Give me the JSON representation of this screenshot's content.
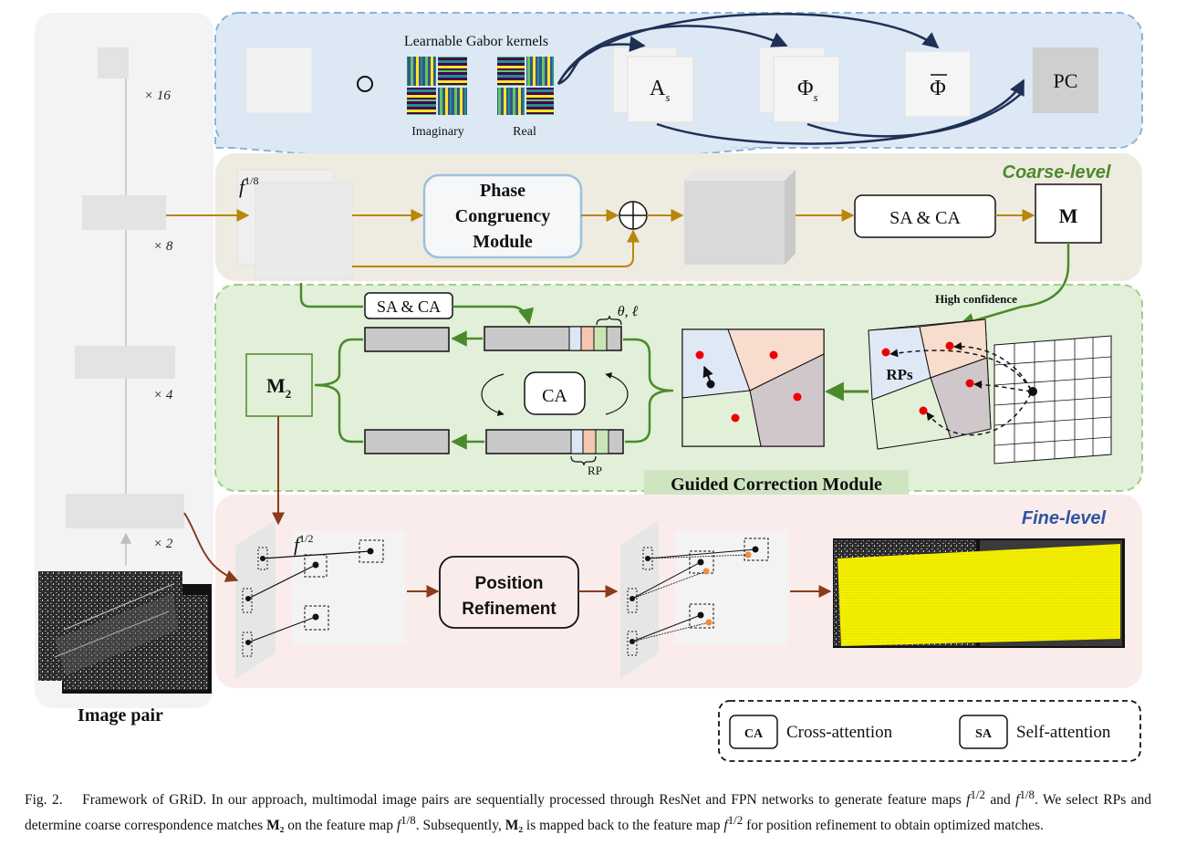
{
  "diagram": {
    "backbone": {
      "scales": [
        "× 16",
        "× 8",
        "× 4",
        "× 2"
      ],
      "input_label": "Image pair"
    },
    "pc_detail": {
      "kernels_title": "Learnable Gabor kernels",
      "imag_label": "Imaginary",
      "real_label": "Real",
      "amplitude_main": "A",
      "amplitude_sub": "s",
      "phase_main": "Φ",
      "phase_sub": "s",
      "mean_phase": "Φ",
      "pc_label": "PC",
      "hadamard_symbol": "∘"
    },
    "coarse": {
      "section_label": "Coarse-level",
      "feature_main": "f",
      "feature_sup": "1/8",
      "pc_module": [
        "Phase",
        "Congruency",
        "Module"
      ],
      "sa_ca": "SA & CA",
      "match_label": "M"
    },
    "guided": {
      "section_label": "Guided Correction Module",
      "m2_main": "M",
      "m2_sub": "2",
      "sa_ca": "SA & CA",
      "ca": "CA",
      "theta_label": "θ, ℓ",
      "rp_label": "RP",
      "rps_label": "RPs",
      "high_conf": "High confidence"
    },
    "fine": {
      "section_label": "Fine-level",
      "feature_main": "f",
      "feature_sup": "1/2",
      "pos_refine": [
        "Position",
        "Refinement"
      ]
    },
    "legend": {
      "items": [
        {
          "abbr": "CA",
          "text": "Cross-attention"
        },
        {
          "abbr": "SA",
          "text": "Self-attention"
        }
      ]
    },
    "colors": {
      "gold_arrow": "#b8860b",
      "green_arrow": "#4a8a2a",
      "brown_arrow": "#8b3a1a",
      "navy_curve": "#1f3055",
      "pc_bg": "#dce8f4",
      "coarse_bg": "#eeece0",
      "guided_bg": "#e2efd9",
      "fine_bg": "#fbecec"
    }
  },
  "caption": {
    "prefix": "Fig. 2.",
    "line1": "Framework of GRiD. In our approach, multimodal image pairs are sequentially processed through ResNet and FPN networks to generate feature",
    "line2a": "maps",
    "line2b": "and",
    "line2c": ". We select RPs and determine coarse correspondence matches",
    "m2": "M₂",
    "line2d": "on the feature map",
    "line2e": ". Subsequently,",
    "line2f": "is mapped back to the",
    "line3a": "feature map",
    "line3b": "for position refinement to obtain optimized matches.",
    "f_half": "f",
    "f_half_sup": "1/2",
    "f_eighth": "f",
    "f_eighth_sup": "1/8"
  }
}
